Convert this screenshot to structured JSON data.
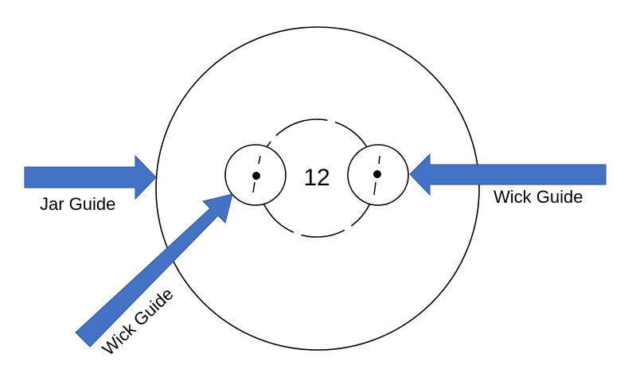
{
  "diagram": {
    "center_number": "12",
    "labels": {
      "jar_guide": "Jar Guide",
      "wick_guide_right": "Wick Guide",
      "wick_guide_diagonal": "Wick Guide"
    }
  },
  "colors": {
    "arrow_fill": "#4472C4",
    "arrow_stroke": "#2F528F",
    "line": "#000000",
    "background": "#ffffff"
  }
}
